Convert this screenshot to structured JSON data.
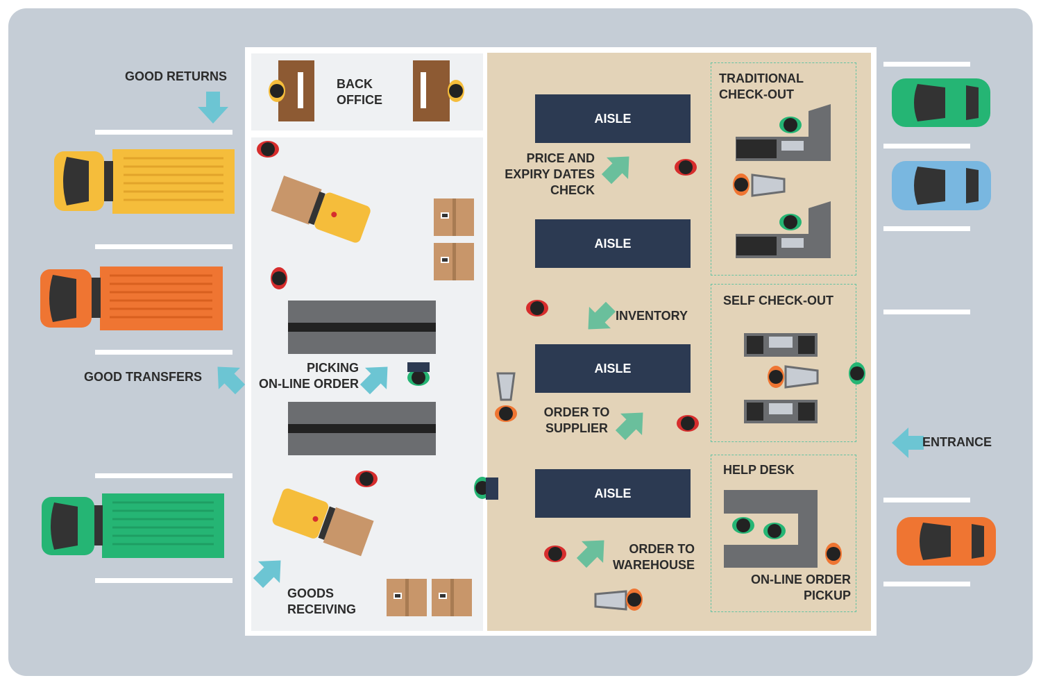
{
  "labels": {
    "good_returns": "GOOD RETURNS",
    "good_transfers": "GOOD TRANSFERS",
    "back_office": "BACK\nOFFICE",
    "picking": "PICKING\nON-LINE ORDER",
    "goods_receiving": "GOODS\nRECEIVING",
    "price_check": "PRICE AND\nEXPIRY DATES\nCHECK",
    "inventory": "INVENTORY",
    "order_supplier": "ORDER TO\nSUPPLIER",
    "order_warehouse": "ORDER TO\nWAREHOUSE",
    "traditional_checkout": "TRADITIONAL\nCHECK-OUT",
    "self_checkout": "SELF CHECK-OUT",
    "help_desk": "HELP DESK",
    "online_pickup": "ON-LINE ORDER\nPICKUP",
    "entrance": "ENTRANCE"
  },
  "aisles": [
    "AISLE",
    "AISLE",
    "AISLE",
    "AISLE"
  ],
  "icons": [
    "arrow-icon",
    "truck-icon",
    "car-icon",
    "forklift-icon",
    "box-icon",
    "person-icon",
    "cart-icon",
    "desk-icon",
    "checkout-counter-icon"
  ],
  "colors": {
    "lot": "#c5cdd6",
    "backroom": "#eff1f3",
    "store_floor": "#e3d3b8",
    "aisle": "#2c3a52",
    "arrow_blue": "#6cc5d3",
    "arrow_green": "#6abf9c",
    "truck_yellow": "#f5bd3b",
    "truck_orange": "#ef7532",
    "truck_green": "#25b574",
    "car_green": "#25b574",
    "car_blue": "#79b7e0",
    "car_orange": "#ef7532",
    "box": "#c8966a"
  }
}
